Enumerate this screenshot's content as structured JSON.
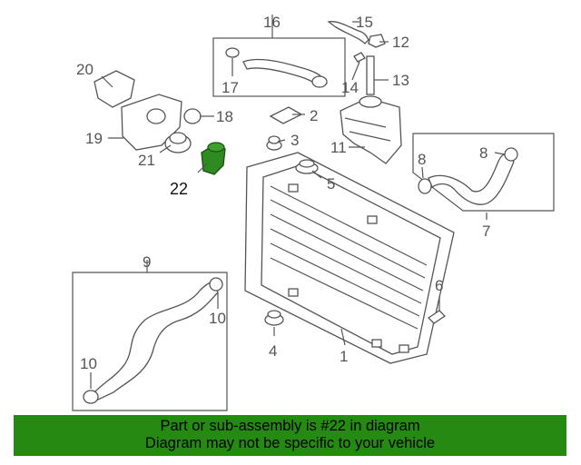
{
  "callouts": {
    "c1": "1",
    "c2": "2",
    "c3": "3",
    "c4": "4",
    "c5": "5",
    "c6": "6",
    "c7": "7",
    "c8a": "8",
    "c8b": "8",
    "c9": "9",
    "c10a": "10",
    "c10b": "10",
    "c11": "11",
    "c12": "12",
    "c13": "13",
    "c14": "14",
    "c15": "15",
    "c16": "16",
    "c17": "17",
    "c18": "18",
    "c19": "19",
    "c20": "20",
    "c21": "21",
    "c22": "22"
  },
  "highlight": {
    "part": "22",
    "color": "#2e8b1f"
  },
  "banner": {
    "line1": "Part or sub-assembly is #22 in diagram",
    "line2": "Diagram may not be specific to your vehicle",
    "background": "#248a12"
  }
}
